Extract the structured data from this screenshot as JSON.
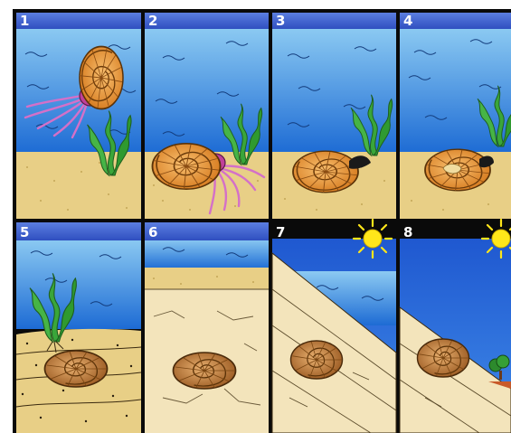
{
  "panels": [
    {
      "label": "1"
    },
    {
      "label": "2"
    },
    {
      "label": "3"
    },
    {
      "label": "4"
    },
    {
      "label": "5"
    },
    {
      "label": "6"
    },
    {
      "label": "7"
    },
    {
      "label": "8"
    }
  ],
  "colors": {
    "frame": "#0a0a0a",
    "label_band": "#3a5ccc",
    "water_top": "#7ec4f0",
    "water_bottom": "#1f6fd6",
    "sand": "#e8cf86",
    "sediment": "#f3e4bb",
    "shell_outer": "#e08a2a",
    "shell_inner": "#f6b25a",
    "fossil_outer": "#b06a2a",
    "fossil_inner": "#dca060",
    "tentacles": "#d470c8",
    "seaweed": "#3aa63a",
    "sun": "#ffe61a",
    "sky": "#2060d8"
  },
  "icons": {
    "ammonite": "ammonite-icon",
    "fossil": "fossil-icon",
    "seaweed": "seaweed-icon",
    "sun": "sun-icon",
    "tree": "tree-icon"
  }
}
